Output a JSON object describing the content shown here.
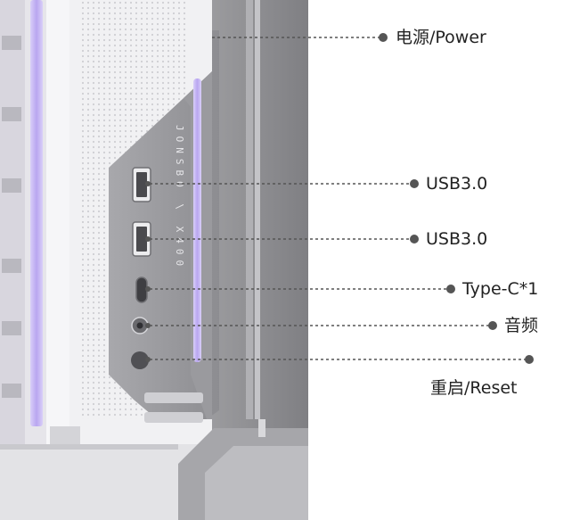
{
  "brand_mark": "JONSBO \\ X400",
  "callouts": {
    "power": "电源/Power",
    "usb_top": "USB3.0",
    "usb_bottom": "USB3.0",
    "type_c": "Type-C*1",
    "audio": "音频",
    "reset": "重启/Reset"
  },
  "colors": {
    "panel_gray": "#8e8e91",
    "case_white": "#eeeeef",
    "accent_purple": "#c4b4f2",
    "leader_line": "#555555"
  }
}
